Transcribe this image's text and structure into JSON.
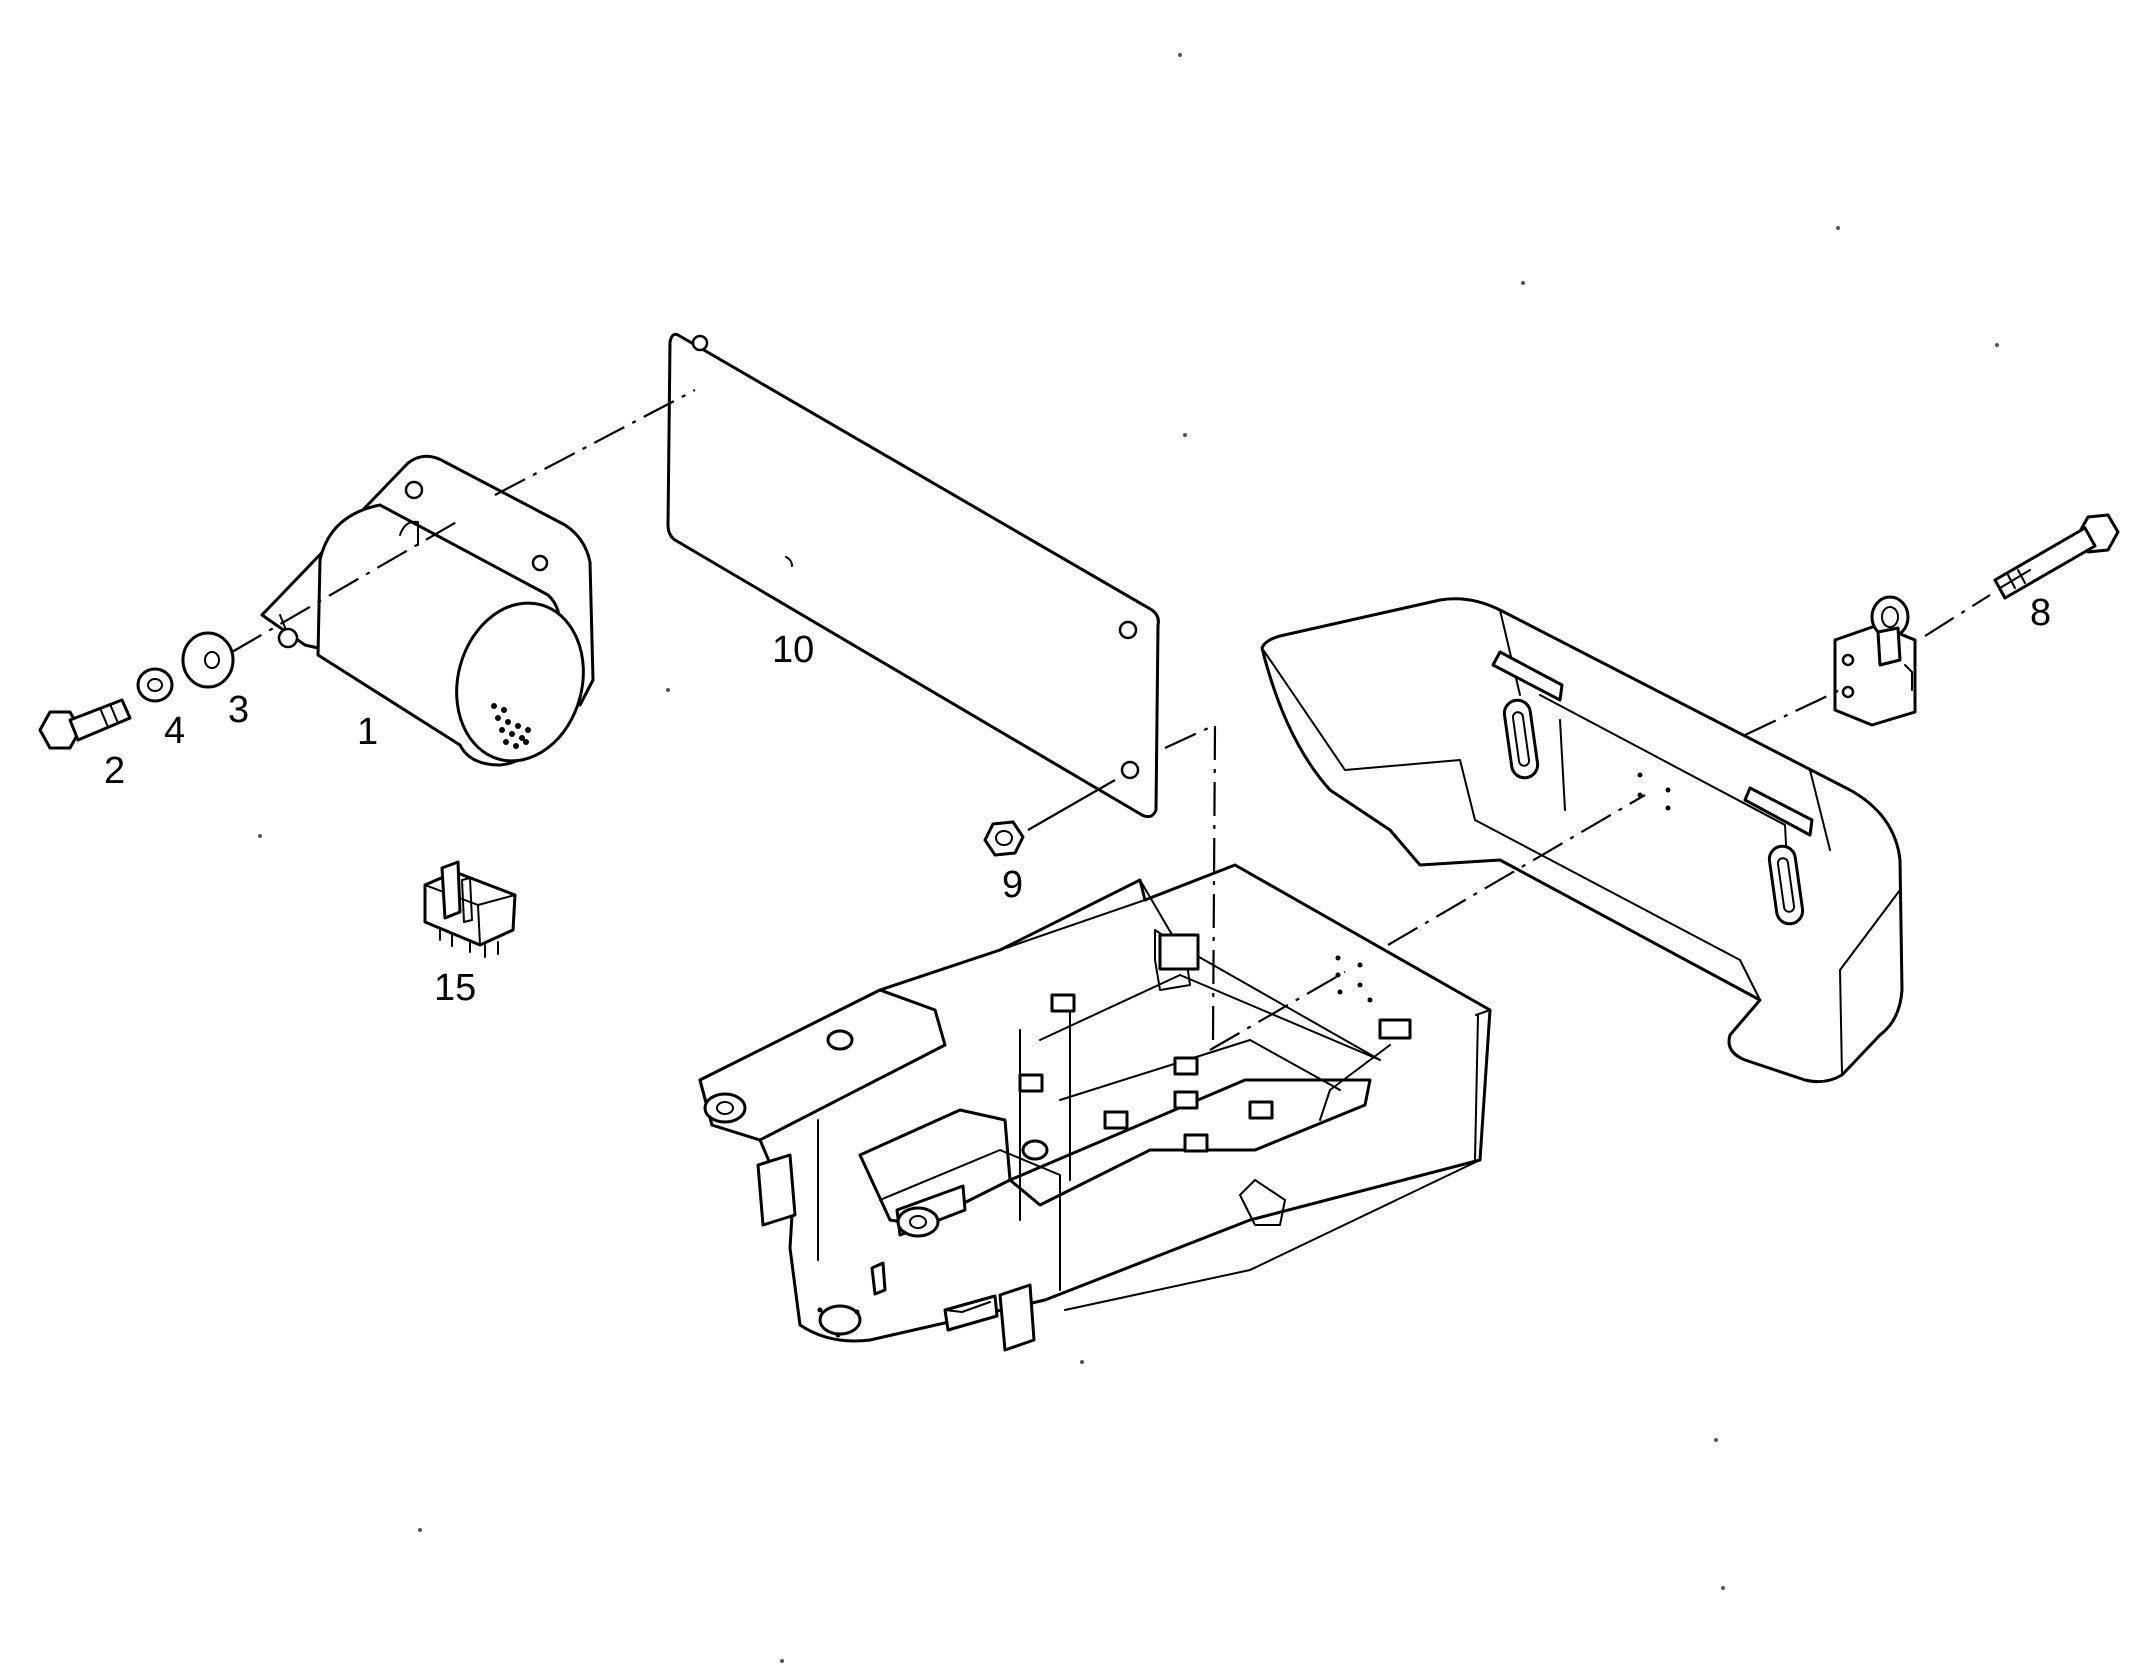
{
  "diagram": {
    "callouts": [
      {
        "id": "1",
        "label": "1"
      },
      {
        "id": "2",
        "label": "2"
      },
      {
        "id": "3",
        "label": "3"
      },
      {
        "id": "4",
        "label": "4"
      },
      {
        "id": "8",
        "label": "8"
      },
      {
        "id": "9",
        "label": "9"
      },
      {
        "id": "10",
        "label": "10"
      },
      {
        "id": "15",
        "label": "15"
      }
    ],
    "colors": {
      "line": "#000000",
      "background": "#ffffff"
    }
  }
}
